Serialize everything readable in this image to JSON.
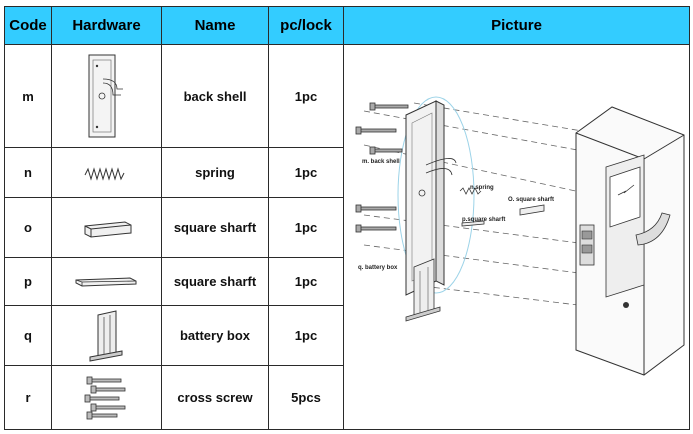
{
  "headers": {
    "code": "Code",
    "hardware": "Hardware",
    "name": "Name",
    "qty": "pc/lock",
    "picture": "Picture"
  },
  "rows": [
    {
      "code": "m",
      "name": "back shell",
      "qty": "1pc",
      "icon": "back-shell-icon"
    },
    {
      "code": "n",
      "name": "spring",
      "qty": "1pc",
      "icon": "spring-icon"
    },
    {
      "code": "o",
      "name": "square sharft",
      "qty": "1pc",
      "icon": "square-shaft-icon"
    },
    {
      "code": "p",
      "name": "square sharft",
      "qty": "1pc",
      "icon": "thin-shaft-icon"
    },
    {
      "code": "q",
      "name": "battery box",
      "qty": "1pc",
      "icon": "battery-box-icon"
    },
    {
      "code": "r",
      "name": "cross screw",
      "qty": "5pcs",
      "icon": "screw-icon"
    }
  ],
  "picture_labels": {
    "back_shell": "m. back shell",
    "spring": "n.spring",
    "o_shaft": "O. square sharft",
    "p_shaft": "p.square sharft",
    "battery_box": "q. battery box"
  }
}
